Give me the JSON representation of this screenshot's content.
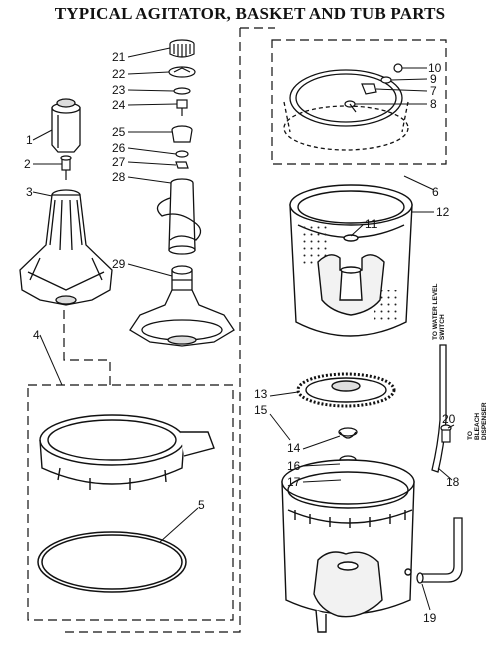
{
  "title": "TYPICAL AGITATOR, BASKET AND TUB PARTS",
  "callouts": {
    "p1": "1",
    "p2": "2",
    "p3": "3",
    "p4": "4",
    "p5": "5",
    "p6": "6",
    "p7": "7",
    "p8": "8",
    "p9": "9",
    "p10": "10",
    "p11": "11",
    "p12": "12",
    "p13": "13",
    "p14": "14",
    "p15": "15",
    "p16": "16",
    "p17": "17",
    "p18": "18",
    "p19": "19",
    "p20": "20",
    "p21": "21",
    "p22": "22",
    "p23": "23",
    "p24": "24",
    "p25": "25",
    "p26": "26",
    "p27": "27",
    "p28": "28",
    "p29": "29"
  },
  "hose_labels": {
    "water_level_line1": "TO WATER LEVEL",
    "water_level_line2": "SWITCH",
    "bleach_line1": "TO",
    "bleach_line2": "BLEACH",
    "bleach_line3": "DISPENSER"
  }
}
